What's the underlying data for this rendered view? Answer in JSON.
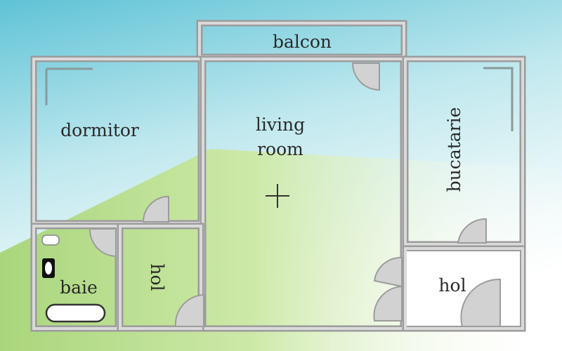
{
  "plan": {
    "rooms": {
      "balcony": "balcon",
      "bedroom": "dormitor",
      "living_line1": "living",
      "living_line2": "room",
      "kitchen": "bucatarie",
      "bathroom": "baie",
      "hall_left": "hol",
      "hall_right": "hol"
    },
    "colors": {
      "sky": "#7ccfdc",
      "grass": "#b2da86",
      "wall": "#9c9c9c"
    }
  }
}
